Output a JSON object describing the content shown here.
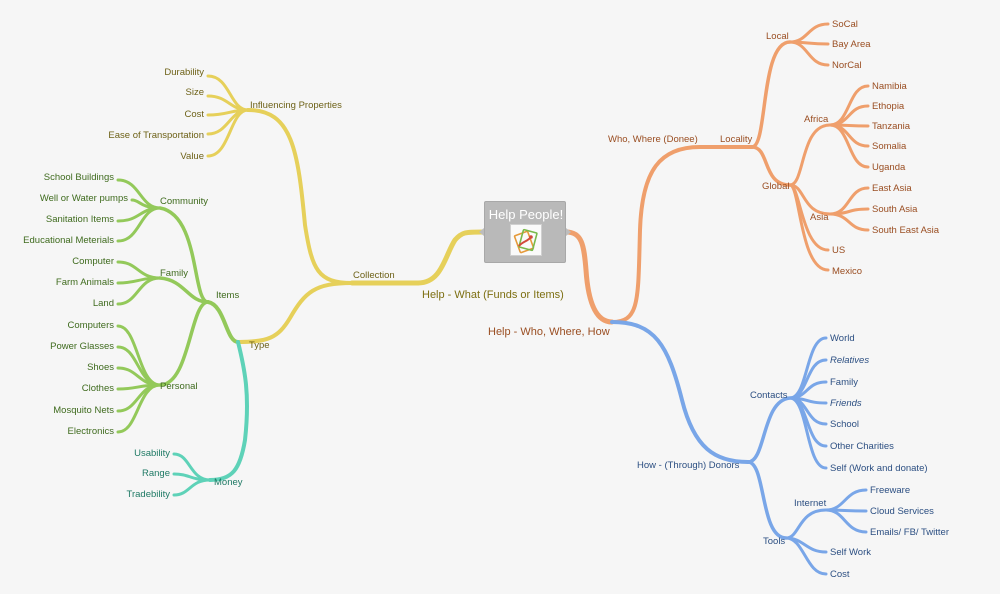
{
  "root": {
    "title": "Help People!",
    "icon": "hand-heart-icon"
  },
  "colors": {
    "yellow": "#e6d05a",
    "green": "#93c95a",
    "teal": "#5ed2b8",
    "orange": "#ef9f6c",
    "blue": "#79a6e8"
  },
  "branches": {
    "what": "Help - What (Funds or Items)",
    "who_where_how": "Help - Who, Where, How"
  },
  "left": {
    "collection": "Collection",
    "influencing_properties": "Influencing Properties",
    "properties": [
      "Durability",
      "Size",
      "Cost",
      "Ease of Transportation",
      "Value"
    ],
    "type": "Type",
    "items": "Items",
    "community": "Community",
    "community_items": [
      "School Buildings",
      "Well or Water pumps",
      "Sanitation Items",
      "Educational Meterials"
    ],
    "family": "Family",
    "family_items": [
      "Computer",
      "Farm Animals",
      "Land"
    ],
    "personal": "Personal",
    "personal_items": [
      "Computers",
      "Power Glasses",
      "Shoes",
      "Clothes",
      "Mosquito Nets",
      "Electronics"
    ],
    "money": "Money",
    "money_items": [
      "Usability",
      "Range",
      "Tradebility"
    ]
  },
  "right": {
    "who_where": "Who, Where (Donee)",
    "locality": "Locality",
    "local": "Local",
    "local_items": [
      "SoCal",
      "Bay Area",
      "NorCal"
    ],
    "global": "Global",
    "africa": "Africa",
    "africa_items": [
      "Namibia",
      "Ethopia",
      "Tanzania",
      "Somalia",
      "Uganda"
    ],
    "asia": "Asia",
    "asia_items": [
      "East Asia",
      "South Asia",
      "South East Asia"
    ],
    "global_items": [
      "US",
      "Mexico"
    ],
    "how": "How - (Through) Donors",
    "contacts": "Contacts",
    "contacts_items": [
      "World",
      "Relatives",
      "Family",
      "Friends",
      "School",
      "Other Charities",
      "Self (Work and donate)"
    ],
    "tools": "Tools",
    "internet": "Internet",
    "internet_items": [
      "Freeware",
      "Cloud Services",
      "Emails/ FB/ Twitter"
    ],
    "tools_items": [
      "Self Work",
      "Cost"
    ]
  }
}
